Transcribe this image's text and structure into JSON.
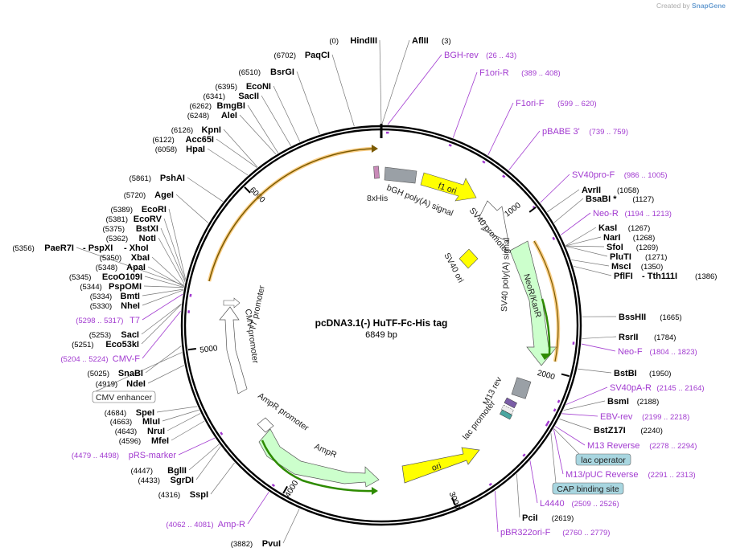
{
  "credit": {
    "prefix": "Created by",
    "brand": "SnapGene"
  },
  "plasmid": {
    "name": "pcDNA3.1(-) HuTF-Fc-His tag",
    "length_label": "6849 bp",
    "length": 6849
  },
  "ticks": [
    "1000",
    "2000",
    "3000",
    "4000",
    "5000",
    "6000"
  ],
  "sites": [
    {
      "id": "hindiii",
      "name": "HindIII",
      "pos": "(0)"
    },
    {
      "id": "aflii",
      "name": "AflII",
      "pos": "(3)"
    },
    {
      "id": "paqci",
      "name": "PaqCI",
      "pos": "(6702)"
    },
    {
      "id": "bsrgi",
      "name": "BsrGI",
      "pos": "(6510)"
    },
    {
      "id": "econi",
      "name": "EcoNI",
      "pos": "(6395)"
    },
    {
      "id": "sacii",
      "name": "SacII",
      "pos": "(6341)"
    },
    {
      "id": "bmgbi",
      "name": "BmgBI",
      "pos": "(6262)"
    },
    {
      "id": "alei",
      "name": "AleI",
      "pos": "(6248)"
    },
    {
      "id": "kpni",
      "name": "KpnI",
      "pos": "(6126)"
    },
    {
      "id": "acc65i",
      "name": "Acc65I",
      "pos": "(6122)"
    },
    {
      "id": "hpai",
      "name": "HpaI",
      "pos": "(6058)"
    },
    {
      "id": "pshai",
      "name": "PshAI",
      "pos": "(5861)"
    },
    {
      "id": "agei",
      "name": "AgeI",
      "pos": "(5720)"
    },
    {
      "id": "ecori",
      "name": "EcoRI",
      "pos": "(5389)"
    },
    {
      "id": "ecorv",
      "name": "EcoRV",
      "pos": "(5381)"
    },
    {
      "id": "bstxi",
      "name": "BstXI",
      "pos": "(5375)"
    },
    {
      "id": "noti",
      "name": "NotI",
      "pos": "(5362)"
    },
    {
      "id": "paer7i",
      "name": "PaeR7I",
      "pos": "(5356)"
    },
    {
      "id": "pspxi",
      "name": "- PspXI",
      "pos": ""
    },
    {
      "id": "xhoi",
      "name": "- XhoI",
      "pos": ""
    },
    {
      "id": "xbai",
      "name": "XbaI",
      "pos": "(5350)"
    },
    {
      "id": "apai",
      "name": "ApaI",
      "pos": "(5348)"
    },
    {
      "id": "eco0109i",
      "name": "EcoO109I",
      "pos": "(5345)"
    },
    {
      "id": "pspomi",
      "name": "PspOMI",
      "pos": "(5344)"
    },
    {
      "id": "bmti",
      "name": "BmtI",
      "pos": "(5334)"
    },
    {
      "id": "nhei",
      "name": "NheI",
      "pos": "(5330)"
    },
    {
      "id": "saci",
      "name": "SacI",
      "pos": "(5253)"
    },
    {
      "id": "eco53ki",
      "name": "Eco53kI",
      "pos": "(5251)"
    },
    {
      "id": "snabi",
      "name": "SnaBI",
      "pos": "(5025)"
    },
    {
      "id": "ndei",
      "name": "NdeI",
      "pos": "(4919)"
    },
    {
      "id": "spei",
      "name": "SpeI",
      "pos": "(4684)"
    },
    {
      "id": "mlui",
      "name": "MluI",
      "pos": "(4663)"
    },
    {
      "id": "nrui",
      "name": "NruI",
      "pos": "(4643)"
    },
    {
      "id": "mfei",
      "name": "MfeI",
      "pos": "(4596)"
    },
    {
      "id": "bglii",
      "name": "BglII",
      "pos": "(4447)"
    },
    {
      "id": "sgrdi",
      "name": "SgrDI",
      "pos": "(4433)"
    },
    {
      "id": "sspi",
      "name": "SspI",
      "pos": "(4316)"
    },
    {
      "id": "pvui",
      "name": "PvuI",
      "pos": "(3882)"
    },
    {
      "id": "avrii",
      "name": "AvrII",
      "pos": "(1058)"
    },
    {
      "id": "bsabi",
      "name": "BsaBI *",
      "pos": "(1127)"
    },
    {
      "id": "kasi",
      "name": "KasI",
      "pos": "(1267)"
    },
    {
      "id": "nari",
      "name": "NarI",
      "pos": "(1268)"
    },
    {
      "id": "sfoi",
      "name": "SfoI",
      "pos": "(1269)"
    },
    {
      "id": "pluti",
      "name": "PluTI",
      "pos": "(1271)"
    },
    {
      "id": "msci",
      "name": "MscI",
      "pos": "(1350)"
    },
    {
      "id": "pflfi",
      "name": "PflFI",
      "pos": ""
    },
    {
      "id": "tth111i",
      "name": "- Tth111I",
      "pos": "(1386)"
    },
    {
      "id": "bsshii",
      "name": "BssHII",
      "pos": "(1665)"
    },
    {
      "id": "rsrii",
      "name": "RsrII",
      "pos": "(1784)"
    },
    {
      "id": "bstbi",
      "name": "BstBI",
      "pos": "(1950)"
    },
    {
      "id": "bsmi",
      "name": "BsmI",
      "pos": "(2188)"
    },
    {
      "id": "bstz17i",
      "name": "BstZ17I",
      "pos": "(2240)"
    },
    {
      "id": "pcii",
      "name": "PciI",
      "pos": "(2619)"
    }
  ],
  "primers": [
    {
      "id": "bgh-rev",
      "name": "BGH-rev",
      "range": "(26 .. 43)"
    },
    {
      "id": "f1ori-r",
      "name": "F1ori-R",
      "range": "(389 .. 408)"
    },
    {
      "id": "f1ori-f",
      "name": "F1ori-F",
      "range": "(599 .. 620)"
    },
    {
      "id": "pbabe-3",
      "name": "pBABE 3'",
      "range": "(739 .. 759)"
    },
    {
      "id": "sv40pro-f",
      "name": "SV40pro-F",
      "range": "(986 .. 1005)"
    },
    {
      "id": "neo-r",
      "name": "Neo-R",
      "range": "(1194 .. 1213)"
    },
    {
      "id": "neo-f",
      "name": "Neo-F",
      "range": "(1804 .. 1823)"
    },
    {
      "id": "sv40pa-r",
      "name": "SV40pA-R",
      "range": "(2145 .. 2164)"
    },
    {
      "id": "ebv-rev",
      "name": "EBV-rev",
      "range": "(2199 .. 2218)"
    },
    {
      "id": "m13-reverse",
      "name": "M13 Reverse",
      "range": "(2278 .. 2294)"
    },
    {
      "id": "m13-puc-reverse",
      "name": "M13/pUC Reverse",
      "range": "(2291 .. 2313)"
    },
    {
      "id": "l4440",
      "name": "L4440",
      "range": "(2509 .. 2526)"
    },
    {
      "id": "pbr322ori-f",
      "name": "pBR322ori-F",
      "range": "(2760 .. 2779)"
    },
    {
      "id": "amp-r",
      "name": "Amp-R",
      "range": "(4062 .. 4081)"
    },
    {
      "id": "prs-marker",
      "name": "pRS-marker",
      "range": "(4479 .. 4498)"
    },
    {
      "id": "cmv-f",
      "name": "CMV-F",
      "range": "(5204 .. 5224)"
    },
    {
      "id": "t7",
      "name": "T7",
      "range": "(5298 .. 5317)"
    }
  ],
  "boxed_labels": {
    "lac_operator": "lac operator",
    "cap_site": "CAP binding site",
    "cmv_enhancer": "CMV enhancer"
  },
  "features": {
    "his": "8xHis",
    "bgh": "bGH poly(A) signal",
    "f1ori": "f1 ori",
    "sv40promoter": "SV40 promoter",
    "sv40ori": "SV40 ori",
    "neokan": "NeoR/KanR",
    "sv40polya": "SV40 poly(A) signal",
    "m13rev": "M13 rev",
    "lacpromoter": "lac promoter",
    "ori": "ori",
    "ampr": "AmpR",
    "amprpromoter": "AmpR promoter",
    "cmvpromoter": "CMV promoter",
    "t7promoter": "T7 promoter"
  },
  "colors": {
    "backbone": "#000000",
    "primer": "#a23bd0",
    "promoter": "#ffffff",
    "ori": "#ffff00",
    "marker": "#ccffcc",
    "insert_arc": "#f5a623",
    "orf_arc": "#2e8b00",
    "boxed_label": "#a8d6e0"
  }
}
